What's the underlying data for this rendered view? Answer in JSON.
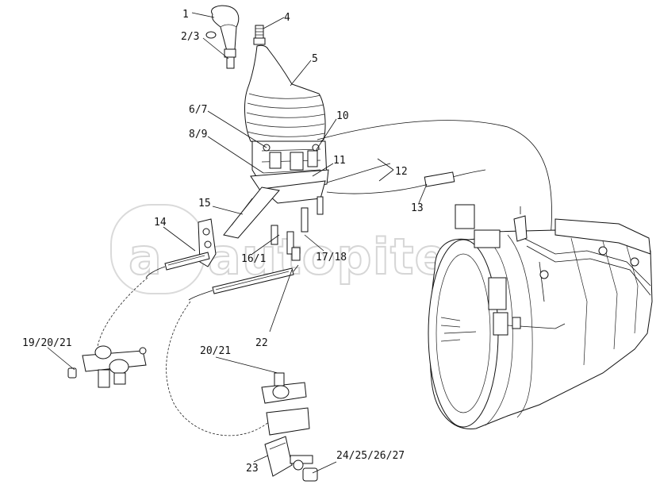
{
  "watermark": {
    "text": "autopiter.ru",
    "logo_glyph": "a"
  },
  "labels": {
    "l1": "1",
    "l2": "2/3",
    "l4": "4",
    "l5": "5",
    "l6": "6/7",
    "l8": "8/9",
    "l10": "10",
    "l11": "11",
    "l12": "12",
    "l13": "13",
    "l14": "14",
    "l15": "15",
    "l16": "16/1",
    "l17": "17/18",
    "l19": "19/20/21",
    "l20": "20/21",
    "l22": "22",
    "l23": "23",
    "l24": "24/25/26/27"
  }
}
